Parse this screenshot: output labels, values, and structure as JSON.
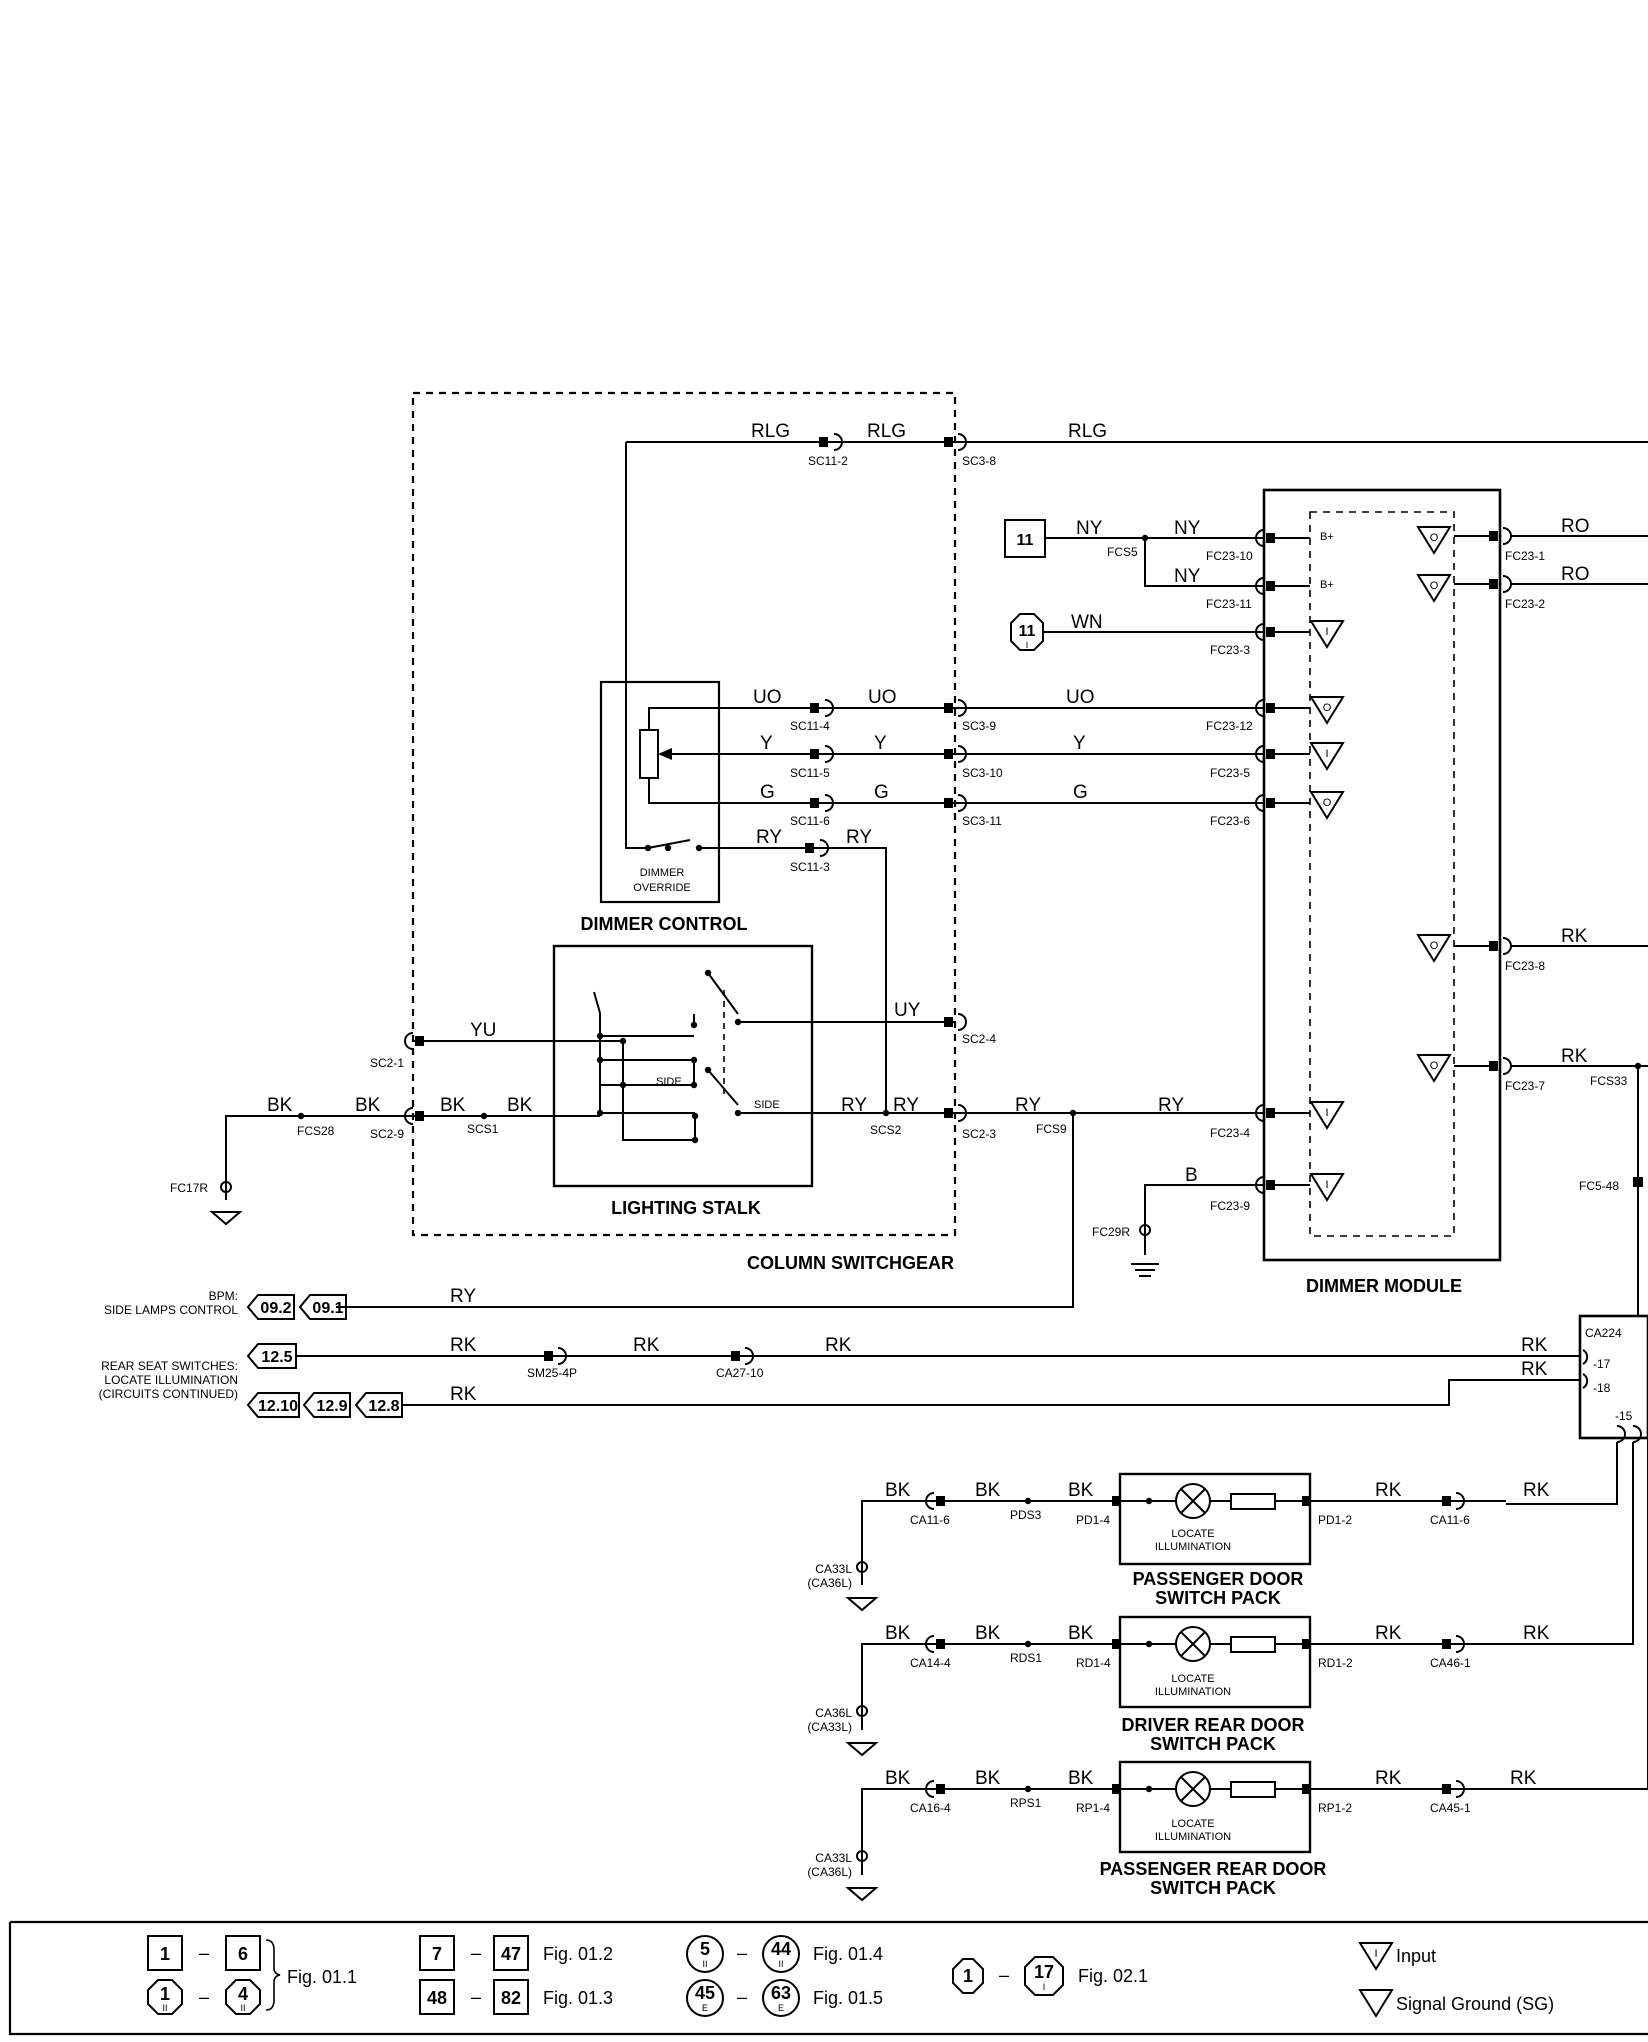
{
  "modules": {
    "column_switchgear": "COLUMN SWITCHGEAR",
    "dimmer_control": "DIMMER CONTROL",
    "dimmer_override": [
      "DIMMER",
      "OVERRIDE"
    ],
    "lighting_stalk": "LIGHTING STALK",
    "dimmer_module": "DIMMER MODULE",
    "passenger_door": [
      "PASSENGER DOOR",
      "SWITCH PACK"
    ],
    "driver_rear_door": [
      "DRIVER REAR DOOR",
      "SWITCH PACK"
    ],
    "passenger_rear_door": [
      "PASSENGER REAR DOOR",
      "SWITCH PACK"
    ],
    "locate_illumination": [
      "LOCATE",
      "ILLUMINATION"
    ],
    "side": "SIDE"
  },
  "wires": {
    "rlg": "RLG",
    "ny": "NY",
    "wn": "WN",
    "uo": "UO",
    "y": "Y",
    "g": "G",
    "ry": "RY",
    "uy": "UY",
    "yu": "YU",
    "bk": "BK",
    "b": "B",
    "ro": "RO",
    "rk": "RK"
  },
  "connectors": {
    "sc11_2": "SC11-2",
    "sc3_8": "SC3-8",
    "sc11_4": "SC11-4",
    "sc3_9": "SC3-9",
    "sc11_5": "SC11-5",
    "sc3_10": "SC3-10",
    "sc11_6": "SC11-6",
    "sc3_11": "SC3-11",
    "sc11_3": "SC11-3",
    "sc2_4": "SC2-4",
    "sc2_1": "SC2-1",
    "sc2_9": "SC2-9",
    "sc2_3": "SC2-3",
    "scs1": "SCS1",
    "scs2": "SCS2",
    "fcs28": "FCS28",
    "fc17r": "FC17R",
    "fcs5": "FCS5",
    "fcs9": "FCS9",
    "fc29r": "FC29R",
    "fc23_10": "FC23-10",
    "fc23_11": "FC23-11",
    "fc23_3": "FC23-3",
    "fc23_12": "FC23-12",
    "fc23_5": "FC23-5",
    "fc23_6": "FC23-6",
    "fc23_4": "FC23-4",
    "fc23_9": "FC23-9",
    "fc23_1": "FC23-1",
    "fc23_2": "FC23-2",
    "fc23_8": "FC23-8",
    "fc23_7": "FC23-7",
    "fcs33": "FCS33",
    "fc5_48": "FC5-48",
    "sm25_4p": "SM25-4P",
    "ca27_10": "CA27-10",
    "ca224": "CA224",
    "p17": "-17",
    "p18": "-18",
    "p15": "-15",
    "ca11_6a": "CA11-6",
    "pds3": "PDS3",
    "pd1_4": "PD1-4",
    "pd1_2": "PD1-2",
    "ca11_6b": "CA11-6",
    "ca14_4": "CA14-4",
    "rds1": "RDS1",
    "rd1_4": "RD1-4",
    "rd1_2": "RD1-2",
    "ca46_1": "CA46-1",
    "ca16_4": "CA16-4",
    "rps1": "RPS1",
    "rp1_4": "RP1-4",
    "rp1_2": "RP1-2",
    "ca45_1": "CA45-1",
    "gnd1": [
      "CA33L",
      "(CA36L)"
    ],
    "gnd2": [
      "CA36L",
      "(CA33L)"
    ],
    "gnd3": [
      "CA33L",
      "(CA36L)"
    ],
    "b_plus": "B+"
  },
  "refs": {
    "box11": "11",
    "oct11": "11",
    "oct11_sub": "I",
    "bpm_label": [
      "BPM:",
      "SIDE LAMPS CONTROL"
    ],
    "rear_label": [
      "REAR SEAT SWITCHES:",
      "LOCATE ILLUMINATION",
      "(CIRCUITS CONTINUED)"
    ],
    "t09_2": "09.2",
    "t09_1": "09.1",
    "t12_5": "12.5",
    "t12_10": "12.10",
    "t12_9": "12.9",
    "t12_8": "12.8"
  },
  "pin_markers": {
    "input": "I",
    "output": "O"
  },
  "legend": {
    "g1": {
      "a": "1",
      "b": "6",
      "c": "1",
      "c_sub": "II",
      "d": "4",
      "d_sub": "II",
      "fig": "Fig. 01.1"
    },
    "g2": {
      "a": "7",
      "b": "47",
      "fig": "Fig. 01.2"
    },
    "g3": {
      "a": "48",
      "b": "82",
      "fig": "Fig. 01.3"
    },
    "g4": {
      "a": "5",
      "a_sub": "II",
      "b": "44",
      "b_sub": "II",
      "fig": "Fig. 01.4"
    },
    "g5": {
      "a": "45",
      "a_sub": "E",
      "b": "63",
      "b_sub": "E",
      "fig": "Fig. 01.5"
    },
    "g6": {
      "a": "1",
      "b": "17",
      "b_sub": "I",
      "fig": "Fig. 02.1"
    },
    "input_sym": "I",
    "input": "Input",
    "sg": "Signal Ground (SG)",
    "dash": "–"
  }
}
